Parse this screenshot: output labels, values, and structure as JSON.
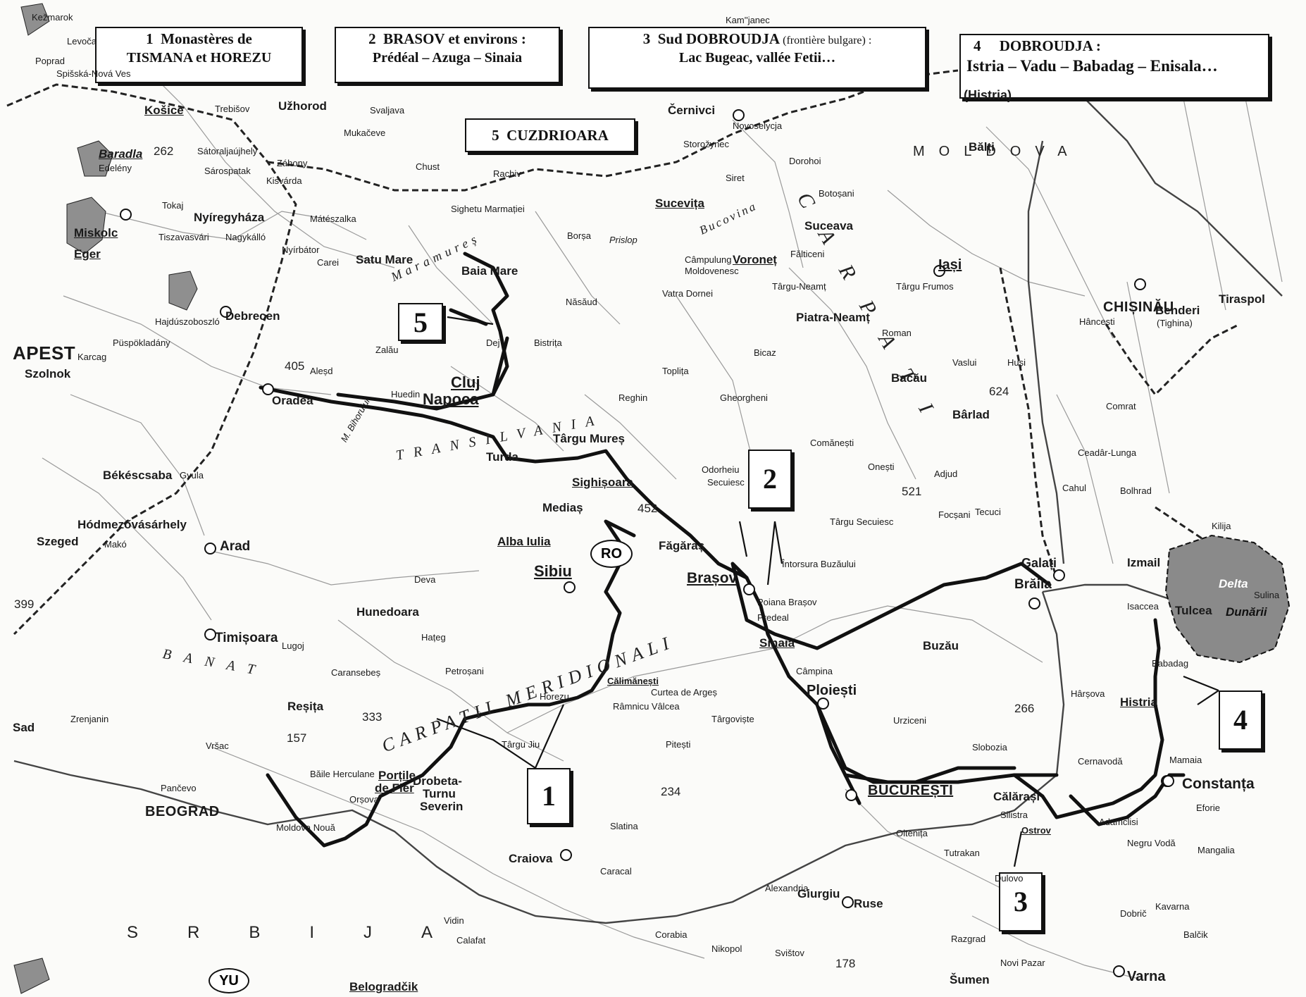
{
  "legend": {
    "b1": {
      "n": "1",
      "line1": "Monastères de",
      "line2": "TISMANA et HOREZU"
    },
    "b2": {
      "n": "2",
      "line1": "BRASOV et environs :",
      "line2": "Prédéal – Azuga – Sinaia"
    },
    "b3": {
      "n": "3",
      "line1": "Sud DOBROUDJA",
      "line1b": "(frontière bulgare) :",
      "line2": "Lac Bugeac, vallée Fetii…"
    },
    "b4": {
      "n": "4",
      "line1": "DOBROUDJA :",
      "line2": "Istria – Vadu – Babadag – Enisala…",
      "extra": "(Histria)"
    },
    "b5": {
      "n": "5",
      "line1": "CUZDRIOARA"
    }
  },
  "markers": [
    "1",
    "2",
    "3",
    "4",
    "5"
  ],
  "badges": {
    "ro": "RO",
    "yu": "YU"
  },
  "regions": {
    "transilvania": "TRANSILVANIA",
    "carpati": "CARPATI",
    "meridionali": "CARPATII MERIDIONALI",
    "moldova": "MOLDOVA",
    "srbija": "SRBIJA",
    "banat": "BANAT",
    "maramures": "Maramureș",
    "bucovina": "Bucovina"
  },
  "places": {
    "kezmarok": "Kežmarok",
    "levoca": "Levoča",
    "poprad": "Poprad",
    "spisska": "Spišská-Nová Ves",
    "kosice": "Košice",
    "trebisov": "Trebišov",
    "uzhorod": "Užhorod",
    "mukaceve": "Mukačeve",
    "svaljava": "Svaljava",
    "chust": "Chust",
    "rachiv": "Rachiv",
    "cernivci": "Černivci",
    "novoselycja": "Novoselycja",
    "storozynec": "Storožynec",
    "kamjanec": "Kam''janec",
    "edelény": "Edelény",
    "baradla": "Baradla",
    "satoraljaujhely": "Sátoraljaújhely",
    "sarospatak": "Sárospatak",
    "tokaj": "Tokaj",
    "kisvarda": "Kisvárda",
    "zahony": "Záhony",
    "miskolc": "Miskolc",
    "eger": "Eger",
    "nyiregyhaza": "Nyíregyháza",
    "mateszalka": "Mátészalka",
    "tiszavasvari": "Tiszavasvári",
    "nagykallo": "Nagykálló",
    "nyirbator": "Nyírbátor",
    "carei": "Carei",
    "satumare": "Satu Mare",
    "baiamare": "Baia Mare",
    "sighetu": "Sighetu Marmației",
    "borsa": "Borșa",
    "prislop": "Prislop",
    "debrecen": "Debrecen",
    "hajduszoboszlo": "Hajdúszoboszló",
    "puspokladany": "Püspökladány",
    "karcag": "Karcag",
    "szolnok": "Szolnok",
    "budapest": "APEST",
    "oradea": "Oradea",
    "alesd": "Aleșd",
    "huedin": "Huedin",
    "cluj": "Cluj",
    "napoca": "Napoca",
    "dej": "Dej",
    "zalau": "Zalău",
    "bistrita": "Bistrița",
    "nasaud": "Năsăud",
    "reghin": "Reghin",
    "targumures": "Târgu Mureș",
    "turda": "Turda",
    "sighisoara": "Sighișoara",
    "medias": "Mediaș",
    "albaiulia": "Alba Iulia",
    "sibiu": "Sibiu",
    "fagaras": "Făgăraș",
    "brasov": "Brașov",
    "poiana": "Poiana Brașov",
    "predeal": "Predeal",
    "sinaia": "Sinaia",
    "campina": "Câmpina",
    "ploiesti": "Ploiești",
    "bucuresti": "BUCUREȘTI",
    "giurgiu": "Giurgiu",
    "ruse": "Ruse",
    "suceava": "Suceava",
    "sucevita": "Sucevița",
    "voronet": "Voroneț",
    "botosani": "Botoșani",
    "dorohoi": "Dorohoi",
    "siret": "Siret",
    "iasi": "Iași",
    "piatraneamt": "Piatra-Neamț",
    "bacau": "Bacău",
    "roman": "Roman",
    "vaslui": "Vaslui",
    "barlad": "Bârlad",
    "focsani": "Focșani",
    "buzau": "Buzău",
    "braila": "Brăila",
    "galati": "Galați",
    "tulcea": "Tulcea",
    "isaccea": "Isaccea",
    "izmail": "Izmail",
    "babadag": "Babadag",
    "histria": "Histria",
    "constanta": "Constanța",
    "mamaia": "Mamaia",
    "eforie": "Eforie",
    "mangalia": "Mangalia",
    "cernavoda": "Cernavodă",
    "calarasi": "Călărași",
    "silistra": "Silistra",
    "ostrov": "Ostrov",
    "adamclisi": "Adamclisi",
    "negruvoda": "Negru Vodă",
    "varna": "Varna",
    "dobric": "Dobrič",
    "balcik": "Balčik",
    "kavarna": "Kavarna",
    "chisinau": "CHIȘINĂU",
    "tiraspol": "Tiraspol",
    "benderi": "Benderi",
    "tighina": "(Tighina)",
    "balti": "Bălți",
    "hincesti": "Hâncești",
    "comrat": "Comrat",
    "cahul": "Cahul",
    "timisoara": "Timișoara",
    "arad": "Arad",
    "lugoj": "Lugoj",
    "resita": "Reșița",
    "caransebes": "Caransebeș",
    "hunedoara": "Hunedoara",
    "deva": "Deva",
    "hateg": "Hațeg",
    "petrosani": "Petroșani",
    "targujiu": "Târgu Jiu",
    "horezu": "Horezu",
    "ramnicuvalcea": "Râmnicu Vâlcea",
    "calimanesti": "Călimănești",
    "pitesti": "Pitești",
    "curtea": "Curtea de Argeș",
    "targoviste": "Târgoviște",
    "craiova": "Craiova",
    "drobeta": "Drobeta-",
    "turnu": "Turnu",
    "severin": "Severin",
    "orsova": "Orșova",
    "baile": "Băile Herculane",
    "portile": "Porțile",
    "defier": "de Fier",
    "moldovanoua": "Moldova Nouă",
    "beograd": "BEOGRAD",
    "pancevo": "Pančevo",
    "szeged": "Szeged",
    "mako": "Makó",
    "bekescsaba": "Békéscsaba",
    "gyula": "Gyula",
    "hodmezo": "Hódmezővásárhely",
    "zrenjanin": "Zrenjanin",
    "sad": "Sad",
    "vrsac": "Vršac",
    "slatina": "Slatina",
    "caracal": "Caracal",
    "alexandria": "Alexandria",
    "calafat": "Calafat",
    "vidin": "Vidin",
    "corabia": "Corabia",
    "nikopol": "Nikopol",
    "svistov": "Svištov",
    "belogradcik": "Belogradčik",
    "sumen": "Šumen",
    "novipazar": "Novi Pazar",
    "dulovo": "Dulovo",
    "razgrad": "Razgrad",
    "turtucaia": "Tutrakan",
    "oltenita": "Oltenița",
    "urziceni": "Urziceni",
    "slobozia": "Slobozia",
    "hirsova": "Hârșova",
    "tecuci": "Tecuci",
    "adjud": "Adjud",
    "onesti": "Onești",
    "comanesti": "Comănești",
    "targusecuiesc": "Târgu Secuiesc",
    "intorsura": "Întorsura Buzăului",
    "odorhei": "Odorheiu",
    "secuiesc": "Secuiesc",
    "gheorgheni": "Gheorgheni",
    "toplita": "Toplița",
    "bicaz": "Bicaz",
    "vatradornei": "Vatra Dornei",
    "campulung": "Câmpulung",
    "moldovenesc": "Moldovenesc",
    "targuneamt": "Târgu-Neamț",
    "falticeni": "Fălticeni",
    "targufrumos": "Târgu Frumos",
    "husi": "Huși",
    "oradea_m": "M. Bihorului",
    "delta": "Delta",
    "dunarii": "Dunării",
    "sulina": "Sulina",
    "kilija": "Kilija",
    "bolhrad": "Bolhrad",
    "ceadar": "Ceadâr-Lunga"
  },
  "numbers": [
    "262",
    "405",
    "452",
    "333",
    "157",
    "234",
    "266",
    "624",
    "521",
    "399",
    "178"
  ]
}
